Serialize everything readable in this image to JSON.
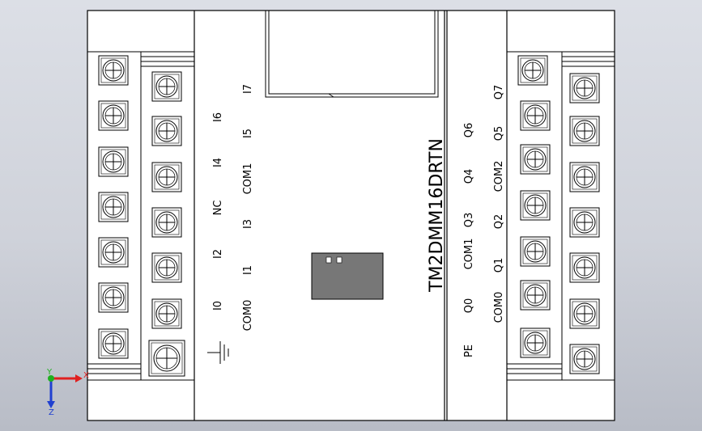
{
  "device": {
    "model": "TM2DMM16DRTN"
  },
  "labels": {
    "inputs_top": [
      "I0",
      "I2",
      "NC",
      "I4",
      "I6"
    ],
    "inputs_bottom": [
      "COM0",
      "I1",
      "I3",
      "COM1",
      "I5",
      "I7"
    ],
    "outputs_left": [
      "PE",
      "Q0",
      "COM1",
      "Q3",
      "Q4",
      "Q6"
    ],
    "outputs_right": [
      "COM0",
      "Q1",
      "Q2",
      "COM2",
      "Q5",
      "Q7"
    ]
  },
  "axes": {
    "x_label": "X",
    "y_label": "Y",
    "z_label": "Z"
  },
  "colors": {
    "background_top": "#dcdfe6",
    "background_bottom": "#b8bcc6",
    "body": "#ffffff",
    "line": "#000000",
    "connector": "#777777",
    "axis_x": "#e02020",
    "axis_y": "#20b020",
    "axis_z": "#2040d0"
  },
  "icons": {
    "terminal": "screw-terminal-icon",
    "ground": "ground-symbol-icon",
    "triad": "axis-triad-icon"
  }
}
